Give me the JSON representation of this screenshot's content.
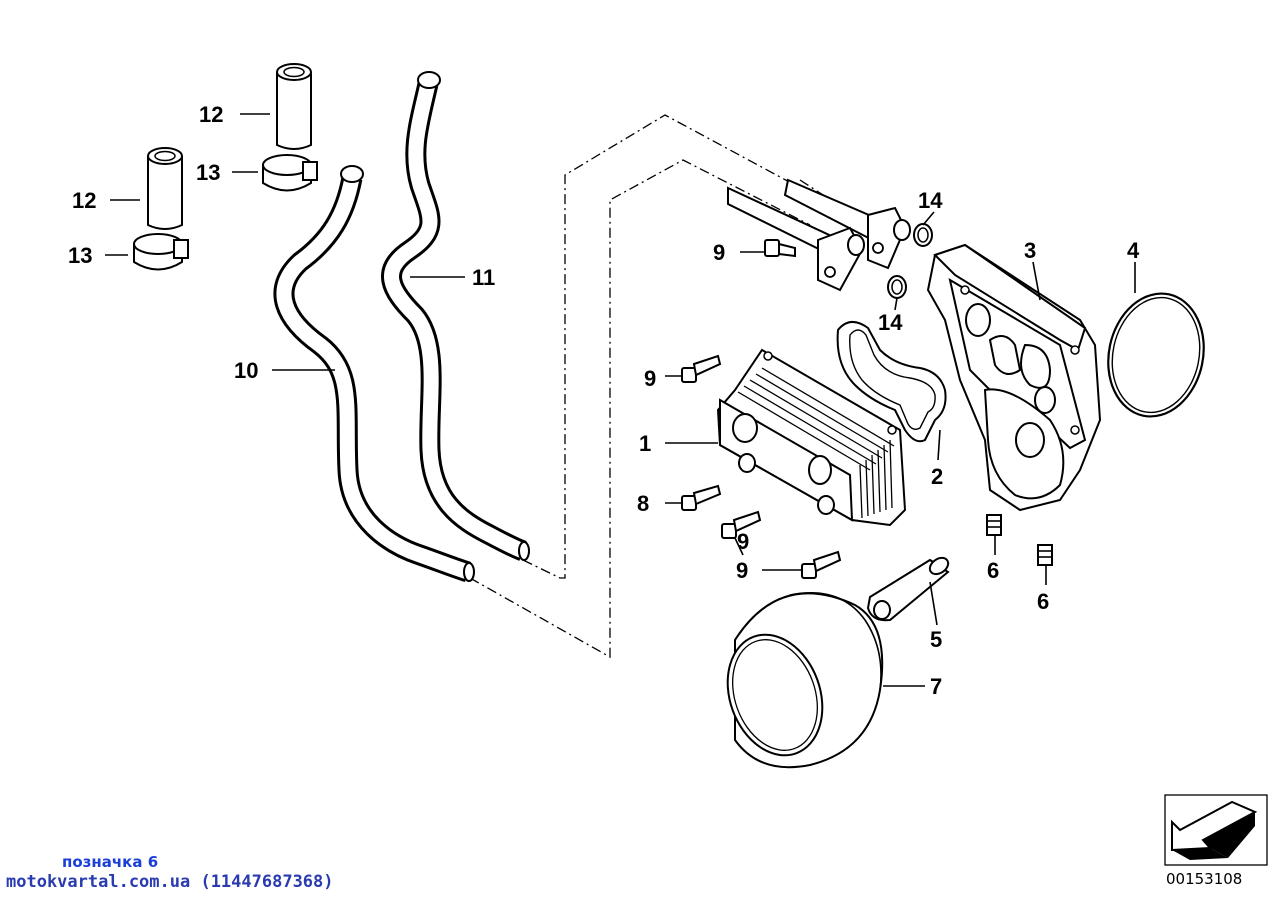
{
  "diagram": {
    "type": "exploded-parts-diagram",
    "subject": "oil filter housing / oil cooler assembly",
    "callouts": [
      {
        "id": "c1",
        "label": "1"
      },
      {
        "id": "c2",
        "label": "2"
      },
      {
        "id": "c3",
        "label": "3"
      },
      {
        "id": "c4",
        "label": "4"
      },
      {
        "id": "c5",
        "label": "5"
      },
      {
        "id": "c6a",
        "label": "6"
      },
      {
        "id": "c6b",
        "label": "6"
      },
      {
        "id": "c7",
        "label": "7"
      },
      {
        "id": "c8",
        "label": "8"
      },
      {
        "id": "c9a",
        "label": "9"
      },
      {
        "id": "c9b",
        "label": "9"
      },
      {
        "id": "c9c",
        "label": "9"
      },
      {
        "id": "c9d",
        "label": "9"
      },
      {
        "id": "c10",
        "label": "10"
      },
      {
        "id": "c11",
        "label": "11"
      },
      {
        "id": "c12a",
        "label": "12"
      },
      {
        "id": "c12b",
        "label": "12"
      },
      {
        "id": "c13a",
        "label": "13"
      },
      {
        "id": "c13b",
        "label": "13"
      },
      {
        "id": "c14a",
        "label": "14"
      },
      {
        "id": "c14b",
        "label": "14"
      }
    ],
    "diagram_number": "00153108"
  },
  "watermark": {
    "label": "позначка 6",
    "site": "motokvartal.com.ua (11447687368)"
  },
  "colors": {
    "line": "#000000",
    "background": "#ffffff",
    "watermark_label": "#1a3fd8",
    "watermark_site": "#2a3bb0"
  }
}
